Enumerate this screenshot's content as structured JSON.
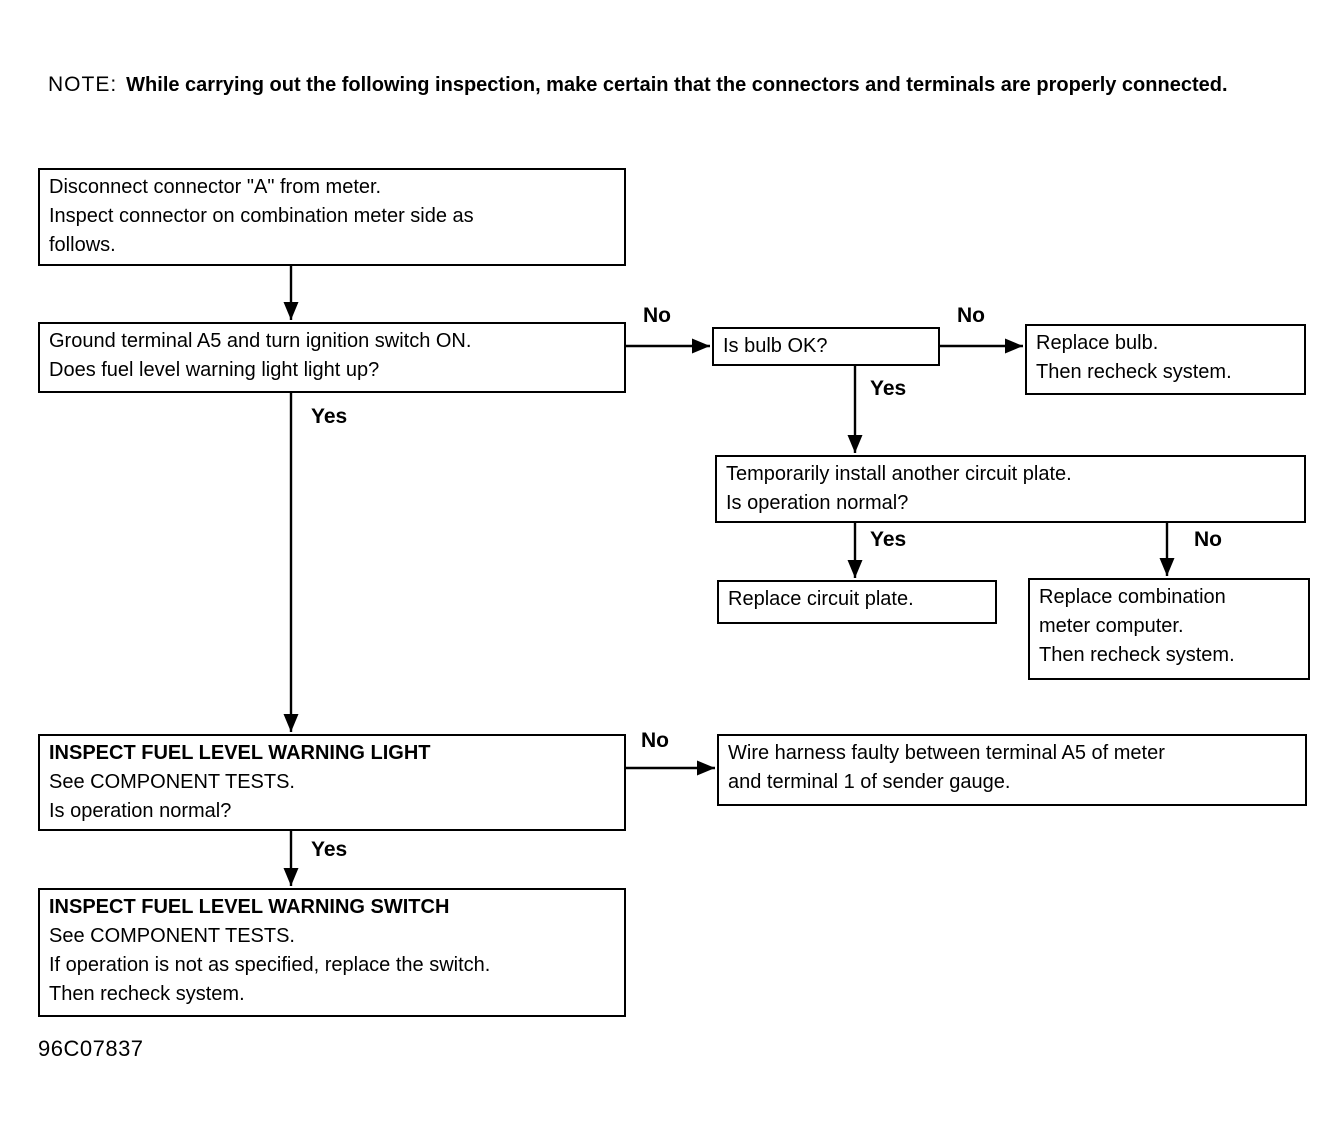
{
  "note": {
    "label": "NOTE:",
    "text": "While carrying out the following inspection, make certain that the connectors and terminals are properly connected."
  },
  "figure_code": "96C07837",
  "colors": {
    "ink": "#000000",
    "paper": "#ffffff"
  },
  "edge_labels": {
    "yes": "Yes",
    "no": "No"
  },
  "boxes": {
    "disconnect_connector": {
      "lines": [
        "Disconnect connector \"A\" from meter.",
        "Inspect connector on combination meter side as",
        "follows."
      ]
    },
    "ground_terminal": {
      "lines": [
        "Ground terminal A5 and turn ignition switch ON.",
        "Does fuel level warning light light up?"
      ]
    },
    "is_bulb_ok": {
      "lines": [
        "Is bulb OK?"
      ]
    },
    "replace_bulb": {
      "lines": [
        "Replace bulb.",
        "Then recheck system."
      ]
    },
    "circuit_plate_test": {
      "lines": [
        "Temporarily install another circuit plate.",
        "Is operation normal?"
      ]
    },
    "replace_circuit_plate": {
      "lines": [
        "Replace circuit plate."
      ]
    },
    "replace_meter_computer": {
      "lines": [
        "Replace combination",
        "meter computer.",
        "Then recheck system."
      ]
    },
    "inspect_warning_light": {
      "title": "INSPECT FUEL LEVEL WARNING LIGHT",
      "lines": [
        "See COMPONENT TESTS.",
        "Is operation normal?"
      ]
    },
    "wire_harness_faulty": {
      "lines": [
        "Wire harness faulty between terminal A5 of meter",
        "and terminal 1 of sender gauge."
      ]
    },
    "inspect_warning_switch": {
      "title": "INSPECT FUEL LEVEL WARNING SWITCH",
      "lines": [
        "See COMPONENT TESTS.",
        "If operation is not as specified, replace the switch.",
        "Then recheck system."
      ]
    }
  }
}
